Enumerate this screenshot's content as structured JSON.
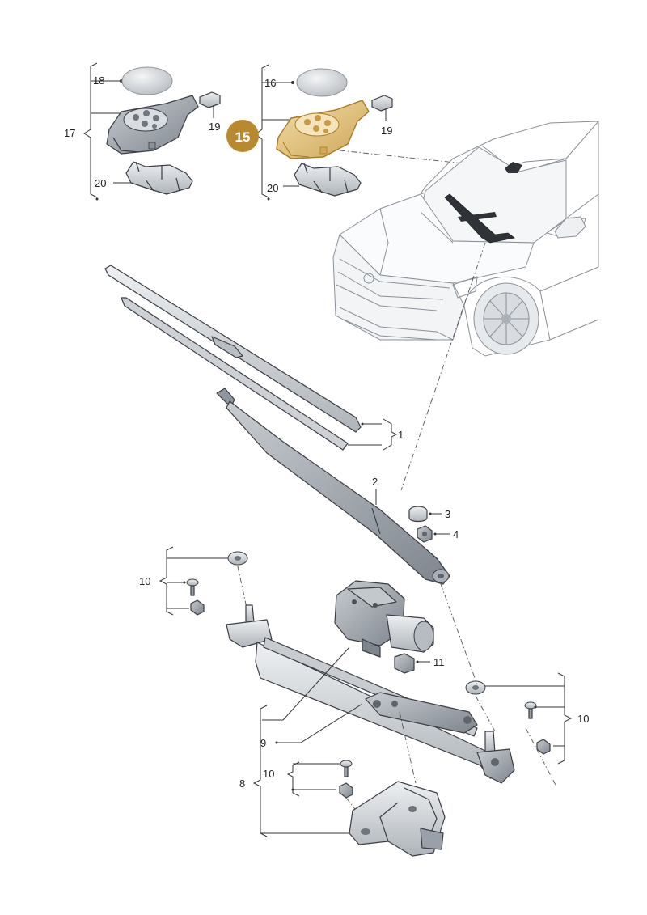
{
  "labels": {
    "l1": "1",
    "l2": "2",
    "l3": "3",
    "l4": "4",
    "l8": "8",
    "l9": "9",
    "l10a": "10",
    "l10b": "10",
    "l10c": "10",
    "l11": "11",
    "l15": "15",
    "l16": "16",
    "l17": "17",
    "l18": "18",
    "l19a": "19",
    "l19b": "19",
    "l20a": "20",
    "l20b": "20"
  },
  "colors": {
    "highlight": "#c89b3c",
    "highlight_fill": "#e9cf8f",
    "part_fill": "#d7dade",
    "part_dark": "#9aa0a7",
    "badge": "#b8892e"
  }
}
